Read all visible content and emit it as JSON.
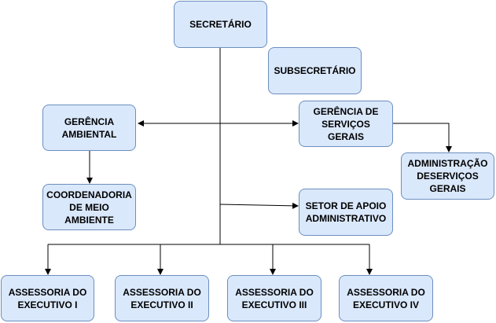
{
  "diagram": {
    "nodes": {
      "secretario": "SECRETÁRIO",
      "subsecretario": "SUBSECRETÁRIO",
      "gerencia_ambiental": "GERÊNCIA\nAMBIENTAL",
      "gerencia_servicos_gerais": "GERÊNCIA DE\nSERVIÇOS GERAIS",
      "administracao_servicos_gerais": "ADMINISTRAÇÃO\nDESERVIÇOS\nGERAIS",
      "coordenadoria_meio_ambiente": "COORDENADORIA\nDE MEIO AMBIENTE",
      "setor_apoio_administrativo": "SETOR DE APOIO\nADMINISTRATIVO",
      "assessoria_1": "ASSESSORIA DO\nEXECUTIVO I",
      "assessoria_2": "ASSESSORIA DO\nEXECUTIVO II",
      "assessoria_3": "ASSESSORIA DO\nEXECUTIVO III",
      "assessoria_4": "ASSESSORIA DO\nEXECUTIVO IV"
    },
    "colors": {
      "fill": "#dae8fc",
      "stroke": "#6c8ebf",
      "edge": "#000000"
    }
  }
}
